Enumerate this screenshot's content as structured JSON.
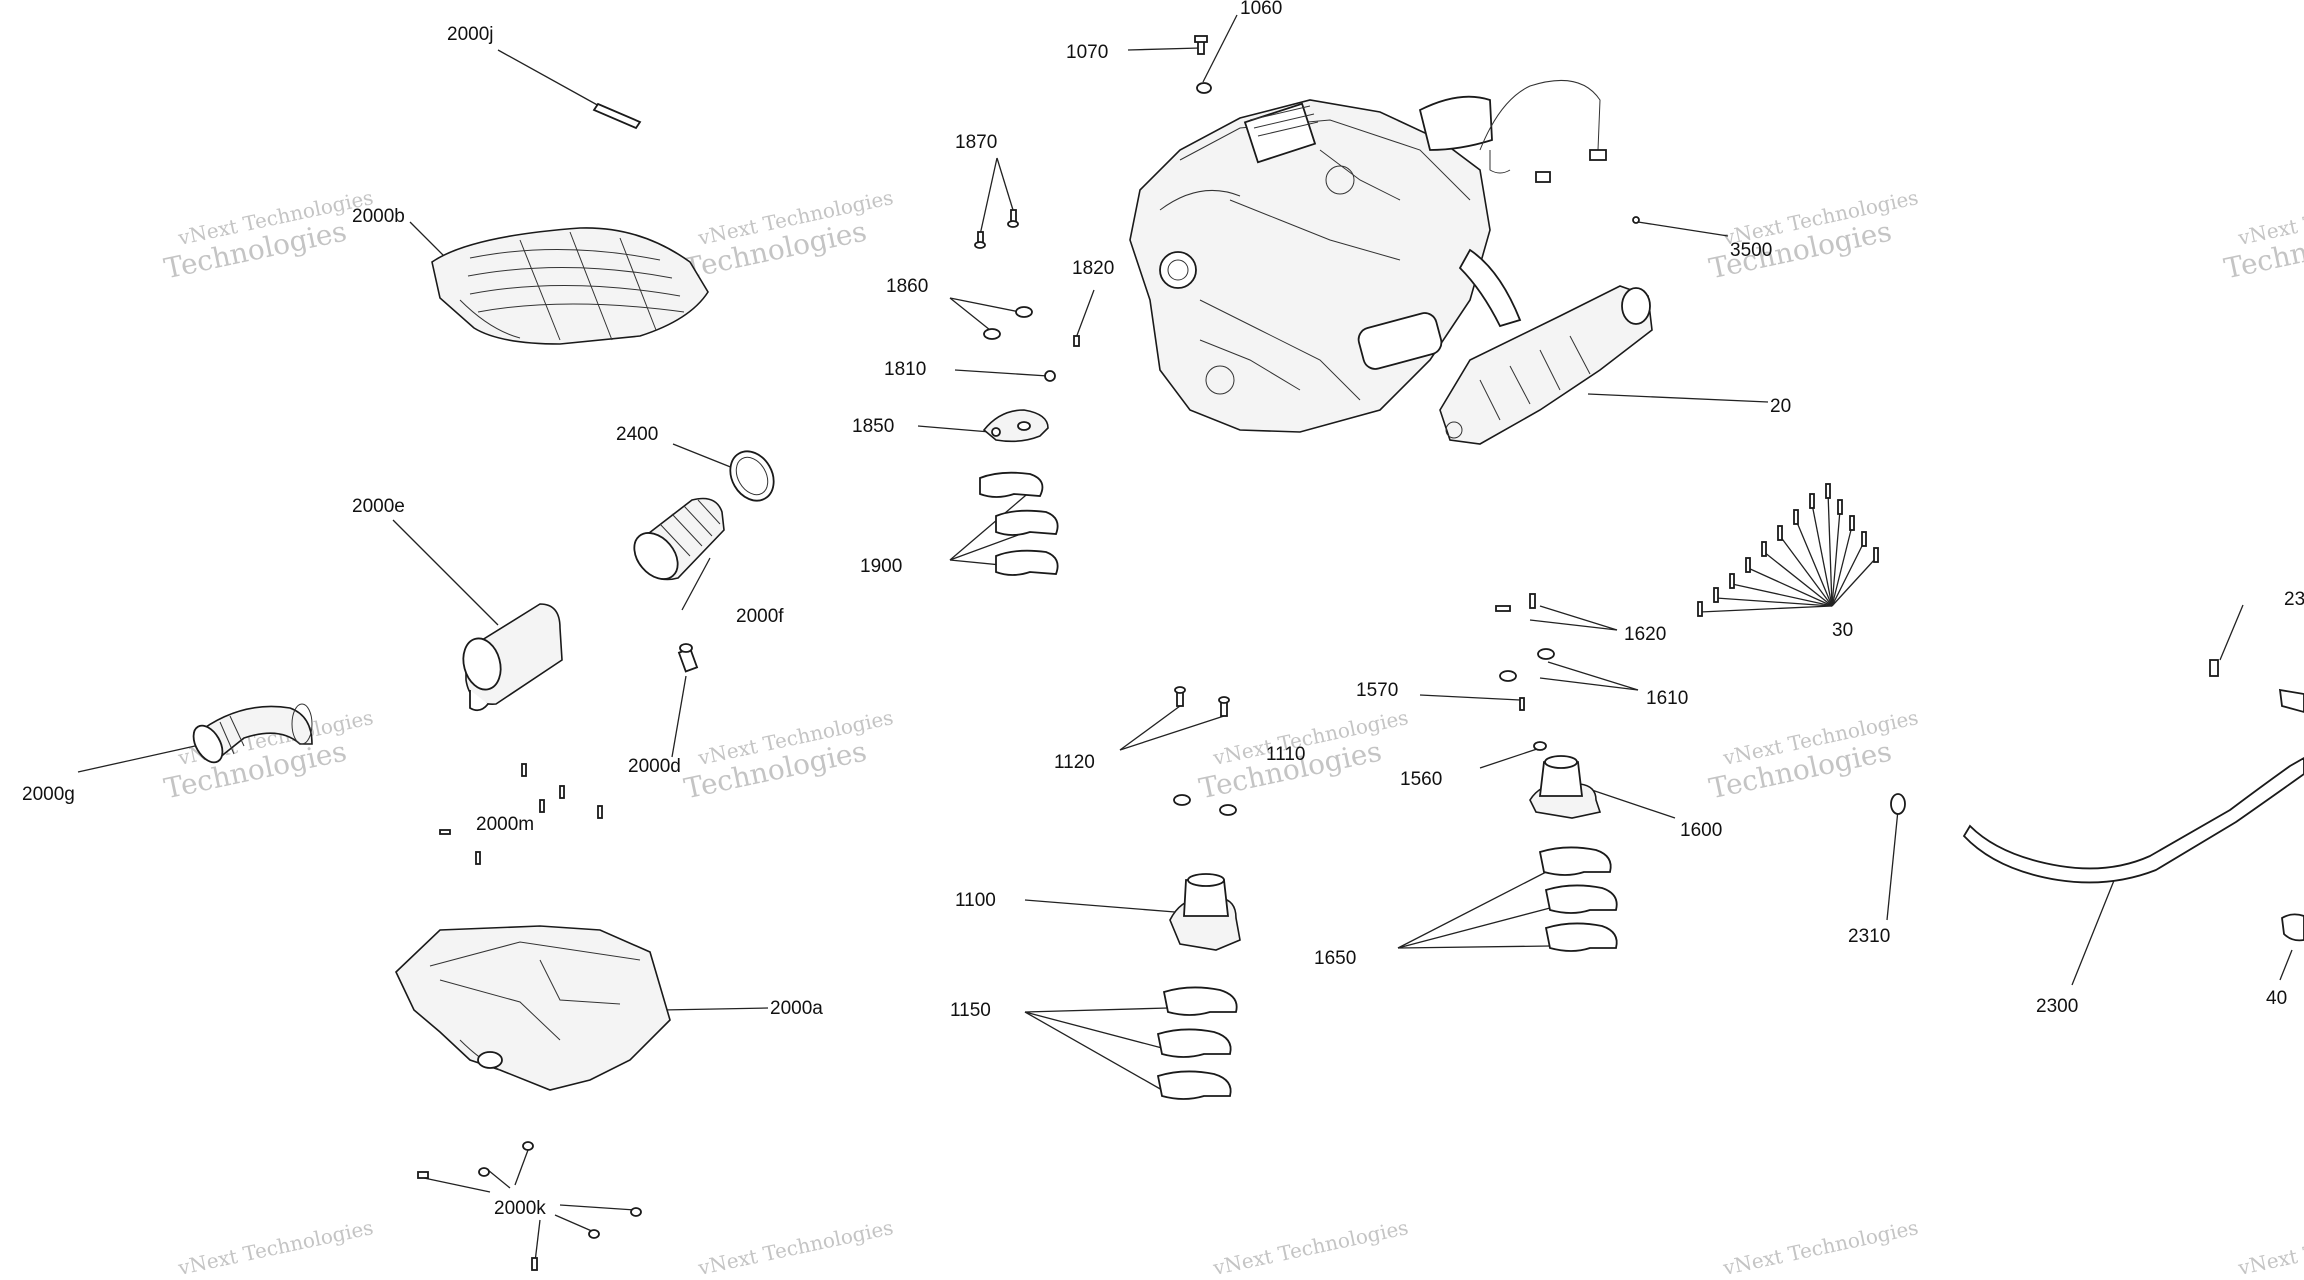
{
  "watermark": {
    "line1": "vNext Technologies",
    "line2": "Technologies",
    "line3": "vNext"
  },
  "callouts": [
    {
      "id": "2000j",
      "text": "2000j"
    },
    {
      "id": "1060",
      "text": "1060"
    },
    {
      "id": "1070",
      "text": "1070"
    },
    {
      "id": "1870",
      "text": "1870"
    },
    {
      "id": "2000b",
      "text": "2000b"
    },
    {
      "id": "1860",
      "text": "1860"
    },
    {
      "id": "1820",
      "text": "1820"
    },
    {
      "id": "3500",
      "text": "3500"
    },
    {
      "id": "1810",
      "text": "1810"
    },
    {
      "id": "1850",
      "text": "1850"
    },
    {
      "id": "20",
      "text": "20"
    },
    {
      "id": "2400",
      "text": "2400"
    },
    {
      "id": "2000e",
      "text": "2000e"
    },
    {
      "id": "1900",
      "text": "1900"
    },
    {
      "id": "2000f",
      "text": "2000f"
    },
    {
      "id": "1620",
      "text": "1620"
    },
    {
      "id": "30",
      "text": "30"
    },
    {
      "id": "23",
      "text": "23"
    },
    {
      "id": "1570",
      "text": "1570"
    },
    {
      "id": "1610",
      "text": "1610"
    },
    {
      "id": "1120",
      "text": "1120"
    },
    {
      "id": "2000d",
      "text": "2000d"
    },
    {
      "id": "1110",
      "text": "1110"
    },
    {
      "id": "1560",
      "text": "1560"
    },
    {
      "id": "2000g",
      "text": "2000g"
    },
    {
      "id": "2000m",
      "text": "2000m"
    },
    {
      "id": "1600",
      "text": "1600"
    },
    {
      "id": "1100",
      "text": "1100"
    },
    {
      "id": "2310",
      "text": "2310"
    },
    {
      "id": "1650",
      "text": "1650"
    },
    {
      "id": "2000a",
      "text": "2000a"
    },
    {
      "id": "1150",
      "text": "1150"
    },
    {
      "id": "2300",
      "text": "2300"
    },
    {
      "id": "40",
      "text": "40"
    },
    {
      "id": "2000k",
      "text": "2000k"
    }
  ]
}
